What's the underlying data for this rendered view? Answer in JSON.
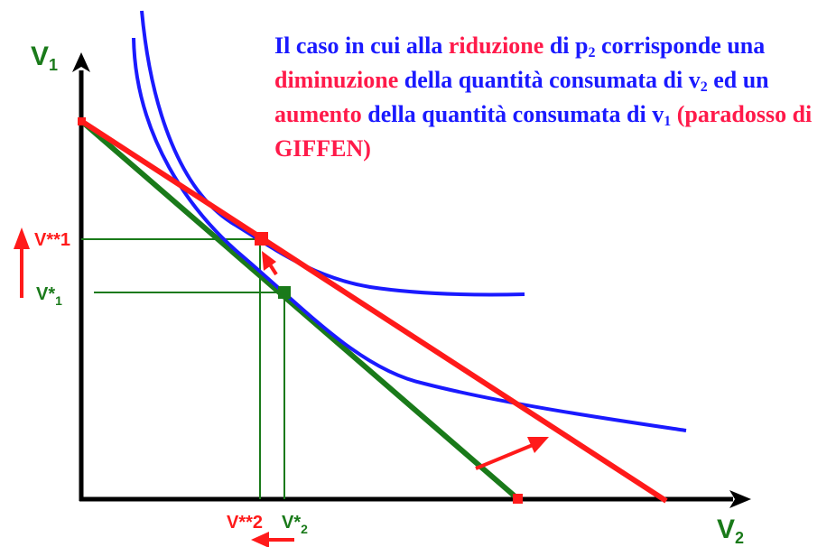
{
  "colors": {
    "axis": "#000000",
    "blue": "#1a1aff",
    "red": "#ff1a1a",
    "green": "#1a7a1a",
    "highlight": "#ff1a4a"
  },
  "axes": {
    "y_label_main": "V",
    "y_label_sub": "1",
    "x_label_main": "V",
    "x_label_sub": "2"
  },
  "points": {
    "v1_new": "V**1",
    "v1_old_main": "V*",
    "v1_old_sub": "1",
    "v2_new": "V**2",
    "v2_old_main": "V*",
    "v2_old_sub": "2"
  },
  "caption": {
    "p1": "Il caso in cui alla ",
    "p2": "riduzione",
    "p3": " di p",
    "p3_sub": "2",
    "p4": " corrisponde una ",
    "p5": "diminuzione",
    "p6": " della quantità consumata di v",
    "p6_sub": "2",
    "p7": "  ed un ",
    "p8": "aumento",
    "p9": " della quantità consumata di v",
    "p9_sub": "1",
    "p10": " (paradosso di GIFFEN)"
  }
}
